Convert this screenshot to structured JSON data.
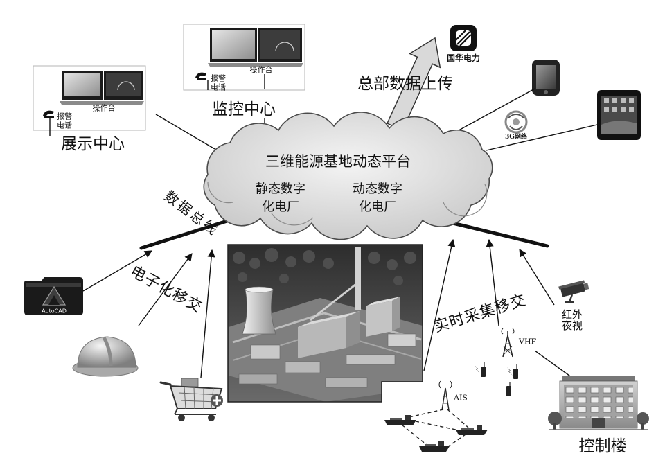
{
  "diagram": {
    "platform": {
      "title": "三维能源基地动态平台",
      "static_plant": [
        "静态数字",
        "化电厂"
      ],
      "dynamic_plant": [
        "动态数字",
        "化电厂"
      ]
    },
    "display_center": {
      "label": "展示中心",
      "console": "操作台",
      "alarm": [
        "报警",
        "电话"
      ]
    },
    "monitor_center": {
      "label": "监控中心",
      "console": "操作台",
      "alarm": [
        "报警",
        "电话"
      ]
    },
    "hq_upload": {
      "label": "总部数据上传",
      "logo": "国华电力"
    },
    "mobile_network": {
      "label": "3G网络"
    },
    "data_bus": {
      "label": "数据总线"
    },
    "electronic_handover": {
      "label": "电子化移交",
      "autocad": "AutoCAD"
    },
    "realtime_handover": {
      "label": "实时采集移交"
    },
    "infrared": {
      "label": [
        "红外",
        "夜视"
      ]
    },
    "radio": {
      "vhf": "VHF",
      "ais": "AIS"
    },
    "control_building": {
      "label": "控制楼"
    }
  },
  "colors": {
    "ink": "#111111",
    "cloud_fill": "#dedede",
    "cloud_stroke": "#4a4a4a",
    "arrow_fill": "#d9d9d9"
  }
}
